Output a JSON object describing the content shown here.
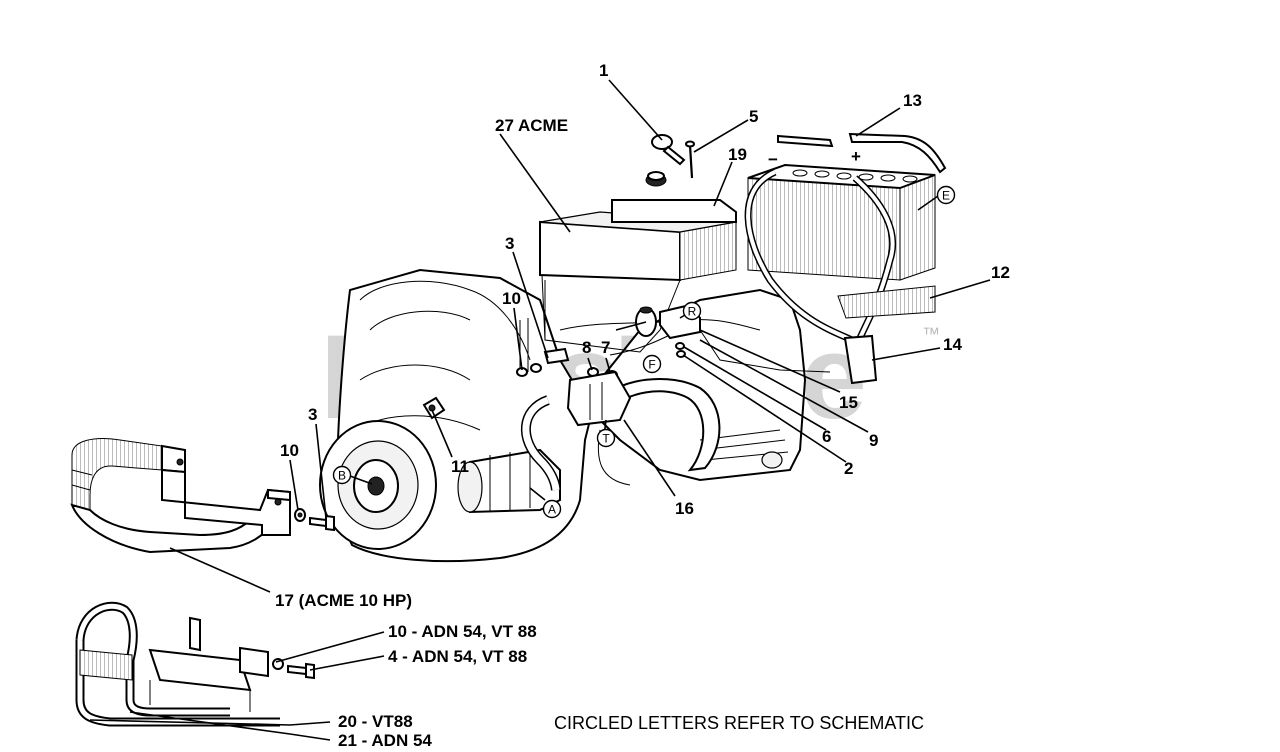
{
  "watermark": {
    "text": "PartsTree",
    "trademark": "™"
  },
  "footer_note": "CIRCLED LETTERS REFER TO SCHEMATIC",
  "callouts": {
    "c1": "1",
    "c5": "5",
    "c13": "13",
    "c27": "27 ACME",
    "c19": "19",
    "c3a": "3",
    "c10a": "10",
    "c8": "8",
    "c7": "7",
    "c12": "12",
    "c14": "14",
    "c15": "15",
    "c6": "6",
    "c9": "9",
    "c2": "2",
    "c3b": "3",
    "c10b": "10",
    "c11": "11",
    "c16": "16",
    "c17": "17 (ACME 10 HP)",
    "c10c": "10 - ADN 54, VT 88",
    "c4": "4 - ADN 54, VT 88",
    "c20": "20 - VT88",
    "c21": "21 - ADN 54"
  },
  "schematic_refs": {
    "A": "A",
    "B": "B",
    "E": "E",
    "F": "F",
    "R": "R",
    "T": "T"
  },
  "battery_terminals": {
    "negative": "−",
    "positive": "+"
  }
}
